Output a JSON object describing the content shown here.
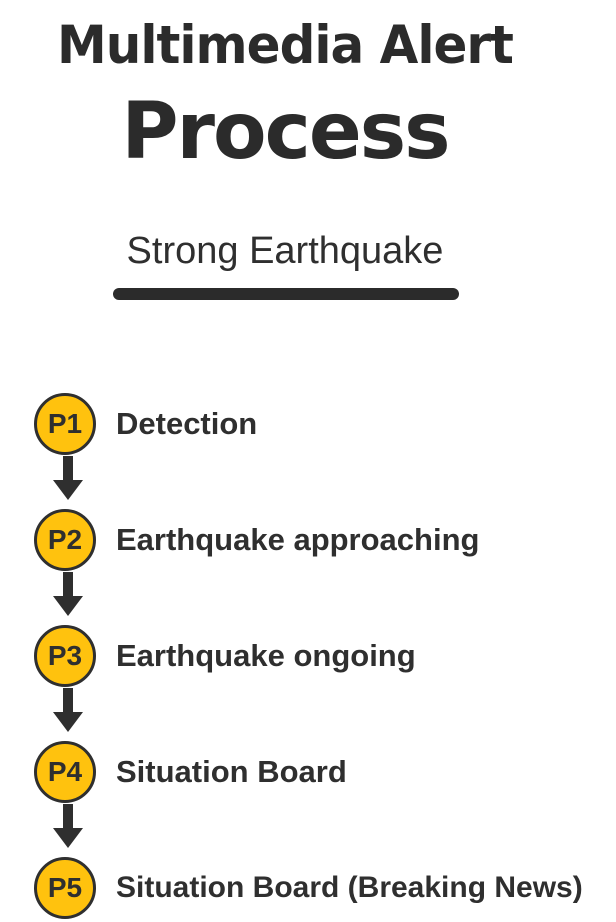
{
  "title": {
    "line1": "Multimedia Alert",
    "line2": "Process"
  },
  "subtitle": "Strong Earthquake",
  "colors": {
    "badge_fill": "#ffc20e",
    "ink": "#2f2f2f"
  },
  "steps": [
    {
      "badge": "P1",
      "label": "Detection"
    },
    {
      "badge": "P2",
      "label": "Earthquake approaching"
    },
    {
      "badge": "P3",
      "label": "Earthquake ongoing"
    },
    {
      "badge": "P4",
      "label": "Situation Board"
    },
    {
      "badge": "P5",
      "label": "Situation Board (Breaking News)"
    }
  ]
}
